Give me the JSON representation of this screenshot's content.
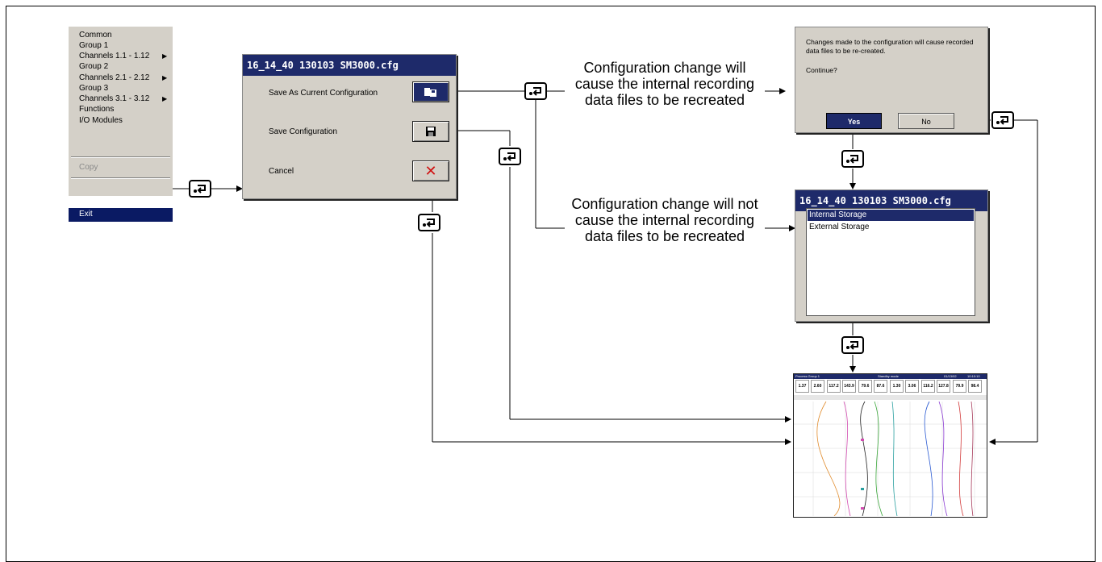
{
  "menu": {
    "items": [
      "Common",
      "Group 1",
      "Channels 1.1 - 1.12",
      "Group 2",
      "Channels 2.1 - 2.12",
      "Group 3",
      "Channels 3.1 - 3.12",
      "Functions",
      "I/O Modules"
    ],
    "copy_label": "Copy",
    "exit_label": "Exit"
  },
  "save_dialog": {
    "title": "16_14_40 130103 SM3000.cfg",
    "save_as_current_label": "Save As Current Configuration",
    "save_config_label": "Save Configuration",
    "cancel_label": "Cancel"
  },
  "notes": {
    "will_recreate": "Configuration change will cause the internal recording data files to be recreated",
    "will_not_recreate": "Configuration change will not cause the internal recording data files to be recreated"
  },
  "confirm_dialog": {
    "message": "Changes made to the configuration will cause recorded data files to be re-created.",
    "question": "Continue?",
    "yes_label": "Yes",
    "no_label": "No"
  },
  "storage_dialog": {
    "title": "16_14_40 130103 SM3000.cfg",
    "options": [
      "Internal Storage",
      "External Storage"
    ],
    "selected_index": 0
  },
  "process_screen": {
    "title": "Process Group 1",
    "mode": "Standby mode",
    "date": "01/13/02",
    "time": "10:10:10",
    "values": [
      "1.37",
      "2.60",
      "117.2",
      "143.9",
      "79.6",
      "87.6",
      "1.30",
      "3.06",
      "116.2",
      "127.8",
      "79.9",
      "98.4"
    ]
  },
  "colors": {
    "title_bar": "#1e2a6a",
    "dialog_bg": "#d4d0c8",
    "menu_highlight": "#0a1a63"
  }
}
